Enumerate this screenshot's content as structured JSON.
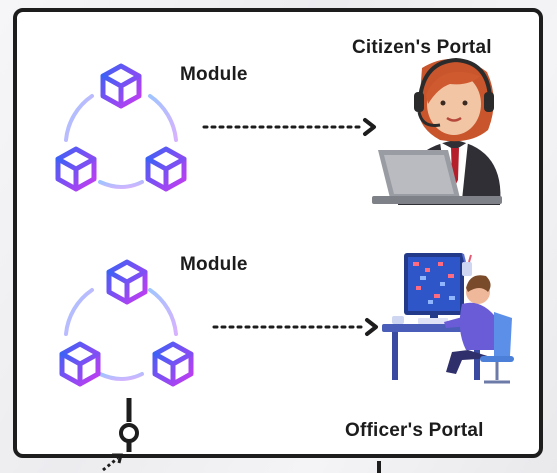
{
  "diagram": {
    "top_module_label": "Module",
    "bottom_module_label": "Module",
    "citizen_portal_label": "Citizen's Portal",
    "officer_portal_label": "Officer's Portal"
  },
  "colors": {
    "cube_gradient_start": "#3b62f5",
    "cube_gradient_end": "#c63bf2",
    "ring_arc": "#c7b0f7",
    "frame": "#1d1d1d",
    "arrow": "#1d1d1d"
  },
  "icons": [
    "cube-icon",
    "dotted-arrow-icon",
    "customer-support-person-illustration",
    "office-worker-desk-illustration",
    "connector-pin-icon"
  ]
}
